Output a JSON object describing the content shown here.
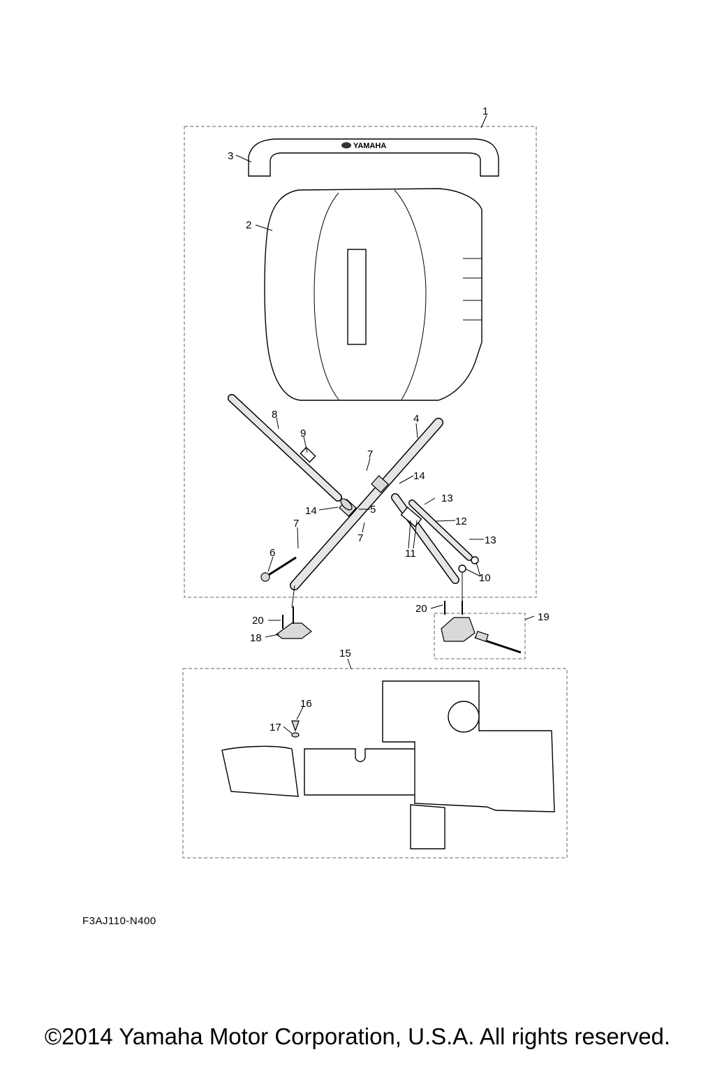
{
  "diagram_code": "F3AJ110-N400",
  "copyright": "©2014 Yamaha Motor Corporation, U.S.A. All rights reserved.",
  "brand_text": "YAMAHA",
  "callouts": {
    "c1": "1",
    "c2": "2",
    "c3": "3",
    "c4": "4",
    "c5": "5",
    "c6": "6",
    "c7a": "7",
    "c7b": "7",
    "c7c": "7",
    "c8": "8",
    "c9": "9",
    "c10": "10",
    "c11": "11",
    "c12": "12",
    "c13a": "13",
    "c13b": "13",
    "c14a": "14",
    "c14b": "14",
    "c15": "15",
    "c16": "16",
    "c17": "17",
    "c18": "18",
    "c19": "19",
    "c20a": "20",
    "c20b": "20"
  }
}
